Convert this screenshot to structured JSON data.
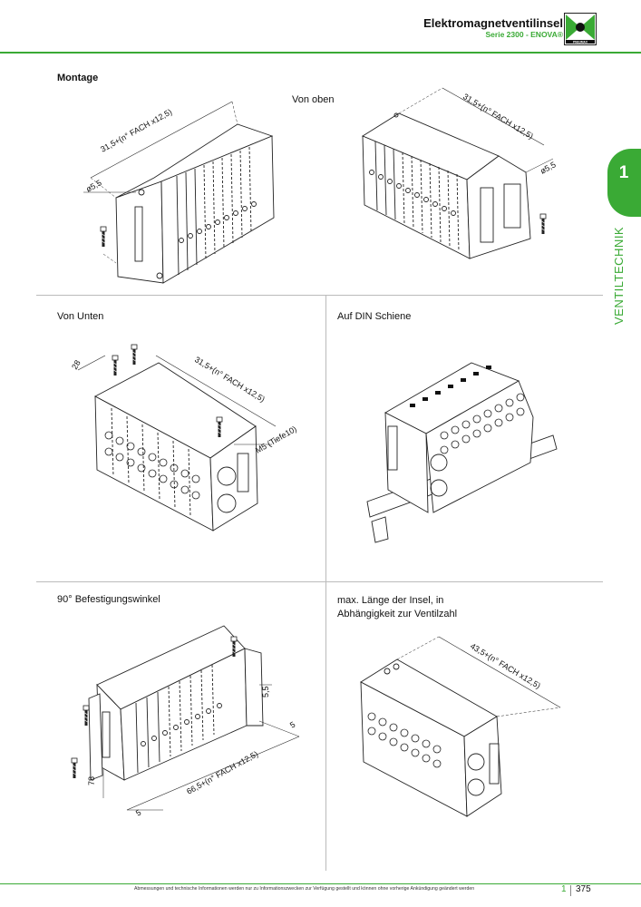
{
  "header": {
    "title": "Elektromagnetventilinsel",
    "subtitle": "Serie 2300 - ENOVA®",
    "logo_text": "PNEUMAX"
  },
  "side_tab": {
    "number": "1",
    "label": "VENTILTECHNIK"
  },
  "section_title": "Montage",
  "panels": {
    "top_left": {
      "dim_length": "31,5+(n° FACH x12,5)",
      "dim_hole": "ø5,5"
    },
    "top_right": {
      "caption": "Von oben",
      "dim_length": "31,5+(n° FACH x12,5)",
      "dim_hole": "ø5,5"
    },
    "mid_left": {
      "caption": "Von Unten",
      "dim_offset": "28",
      "dim_length": "31,5+(n° FACH x12,5)",
      "dim_thread": "M5 (Tiefe10)"
    },
    "mid_right": {
      "caption": "Auf DIN Schiene"
    },
    "bot_left": {
      "caption": "90° Befestigungswinkel",
      "dim_a": "5,5",
      "dim_b": "5",
      "dim_height": "78",
      "dim_c": "5",
      "dim_length": "66,5+(n° FACH x12,5)"
    },
    "bot_right": {
      "caption_line1": "max. Länge der Insel, in",
      "caption_line2": "Abhängigkeit zur Ventilzahl",
      "dim_length": "43,5+(n° FACH x12,5)"
    }
  },
  "footer": {
    "note": "Abmessungen und technische Informationen werden nur zu Informationszwecken zur Verfügung gestellt und können ohne vorherige Ankündigung geändert werden",
    "chapter": "1",
    "page": "375"
  },
  "colors": {
    "brand_green": "#3aaa35",
    "line": "#222222"
  }
}
